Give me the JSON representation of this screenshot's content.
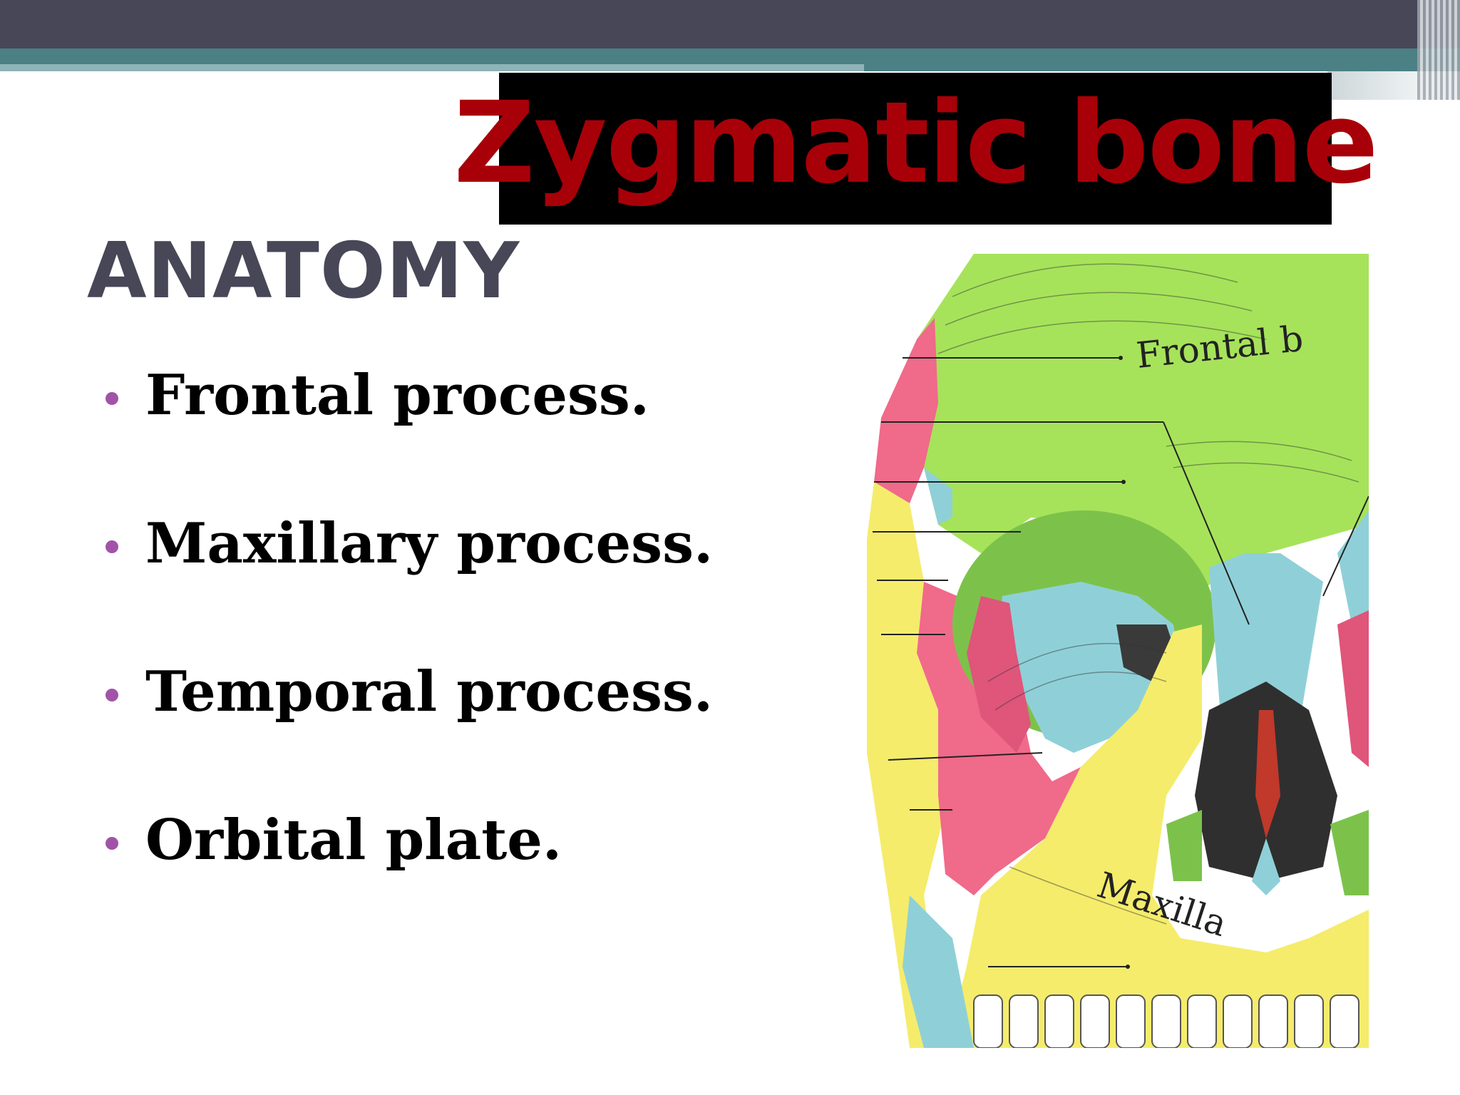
{
  "slide": {
    "title": "Zygmatic bone",
    "heading": "ANATOMY",
    "bullets": [
      "Frontal process.",
      "Maxillary process.",
      "Temporal process.",
      "Orbital plate."
    ]
  },
  "illustration": {
    "labels": {
      "frontal": "Frontal b",
      "maxilla": "Maxilla"
    }
  },
  "colors": {
    "title_text": "#a80008",
    "title_bg": "#000000",
    "heading": "#474757",
    "bullet_marker": "#a153a8",
    "bone_frontal": "#a6e35a",
    "bone_zygomatic": "#f06a8a",
    "bone_maxilla": "#f5ec6b",
    "bone_nasal": "#8fd0d8"
  },
  "icons": {
    "bullet": "circle-bullet-icon"
  }
}
